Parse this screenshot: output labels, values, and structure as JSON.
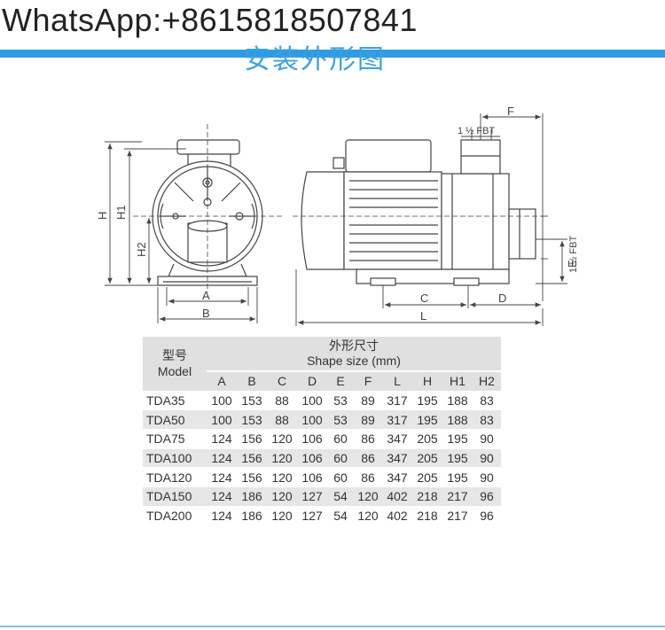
{
  "watermark": "WhatsApp:+8615818507841",
  "faded_title": "安装外形图",
  "dims": {
    "a": "A",
    "b": "B",
    "c": "C",
    "d": "D",
    "e": "E",
    "f": "F",
    "l": "L",
    "h": "H",
    "h1": "H1",
    "h2": "H2",
    "fbt_top": "1 ½ FBT",
    "fbt_side": "1 ½ FBT"
  },
  "table": {
    "model_cn": "型号",
    "model_en": "Model",
    "shape_cn": "外形尺寸",
    "shape_en": "Shape size (mm)",
    "columns": [
      "A",
      "B",
      "C",
      "D",
      "E",
      "F",
      "L",
      "H",
      "H1",
      "H2"
    ],
    "rows": [
      {
        "model": "TDA35",
        "values": [
          "100",
          "153",
          "88",
          "100",
          "53",
          "89",
          "317",
          "195",
          "188",
          "83"
        ]
      },
      {
        "model": "TDA50",
        "values": [
          "100",
          "153",
          "88",
          "100",
          "53",
          "89",
          "317",
          "195",
          "188",
          "83"
        ]
      },
      {
        "model": "TDA75",
        "values": [
          "124",
          "156",
          "120",
          "106",
          "60",
          "86",
          "347",
          "205",
          "195",
          "90"
        ]
      },
      {
        "model": "TDA100",
        "values": [
          "124",
          "156",
          "120",
          "106",
          "60",
          "86",
          "347",
          "205",
          "195",
          "90"
        ]
      },
      {
        "model": "TDA120",
        "values": [
          "124",
          "156",
          "120",
          "106",
          "60",
          "86",
          "347",
          "205",
          "195",
          "90"
        ]
      },
      {
        "model": "TDA150",
        "values": [
          "124",
          "186",
          "120",
          "127",
          "54",
          "120",
          "402",
          "218",
          "217",
          "96"
        ]
      },
      {
        "model": "TDA200",
        "values": [
          "124",
          "186",
          "120",
          "127",
          "54",
          "120",
          "402",
          "218",
          "217",
          "96"
        ]
      }
    ]
  }
}
